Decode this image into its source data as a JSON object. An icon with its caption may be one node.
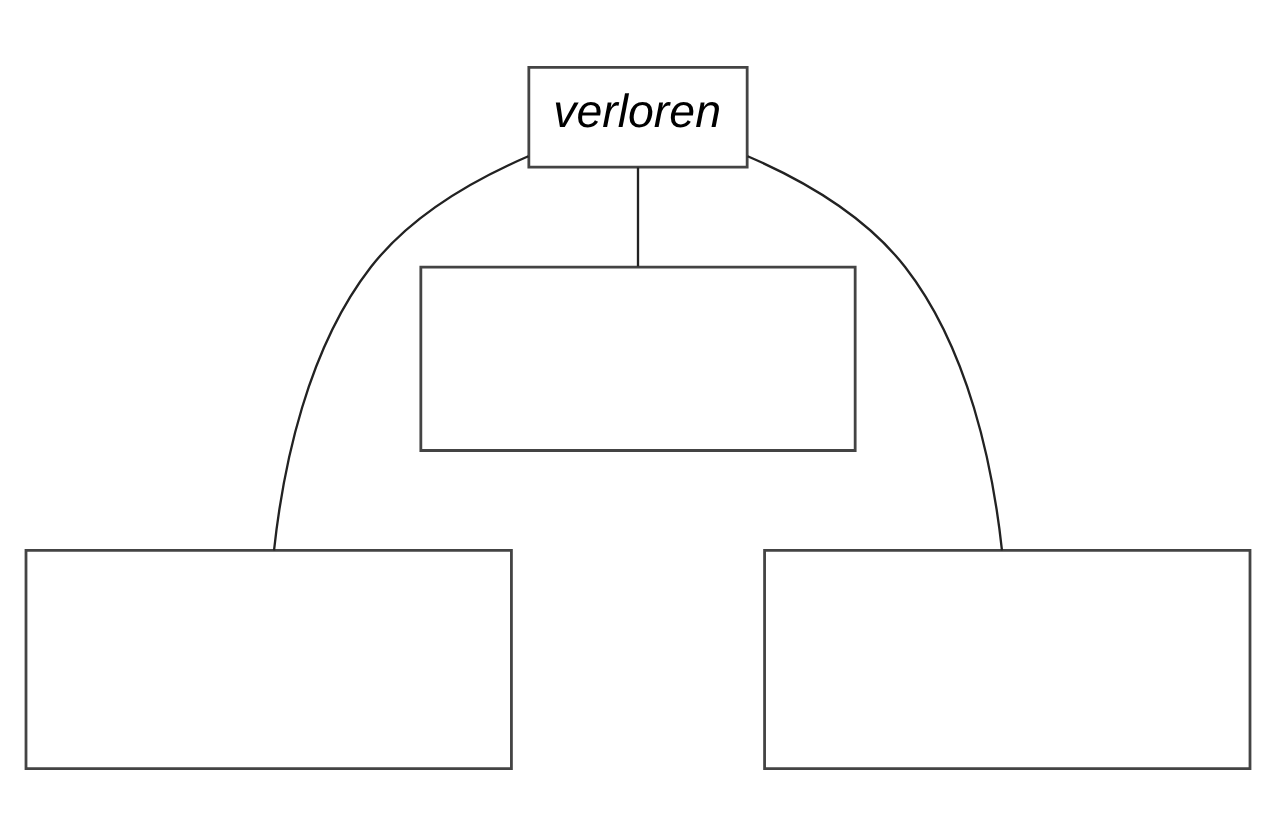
{
  "diagram": {
    "nodes": [
      {
        "text": [
          "verloren"
        ]
      },
      {
        "text": [],
        "shape": "box"
      },
      {
        "text": [],
        "shape": "box"
      },
      {
        "text": [],
        "shape": "box"
      }
    ],
    "edges": [
      {
        "from": 0,
        "to": 2,
        "arrow": "none"
      },
      {
        "from": 0,
        "to": 1,
        "arrow": "none"
      },
      {
        "from": 0,
        "to": 3,
        "arrow": "none"
      }
    ]
  }
}
